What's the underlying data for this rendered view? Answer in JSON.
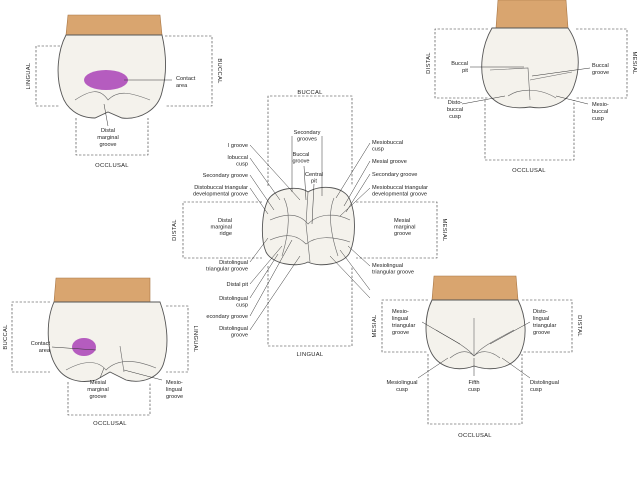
{
  "colors": {
    "root": "#d9a56f",
    "contact": "#b55cbf",
    "line": "#333333",
    "crown": "#f4f2ec"
  },
  "view_tl": {
    "lingual": "LINGUAL",
    "buccal": "BUCCAL",
    "occlusal": "OCCLUSAL",
    "contact_area": [
      "Contact",
      "area"
    ],
    "distal_marginal_groove": [
      "Distal",
      "marginal",
      "groove"
    ]
  },
  "view_tr": {
    "distal": "DISTAL",
    "mesial": "MESIAL",
    "occlusal": "OCCLUSAL",
    "buccal_pit": [
      "Buccal",
      "pit"
    ],
    "buccal_groove": [
      "Buccal",
      "groove"
    ],
    "distobuccal_cusp": [
      "Disto-",
      "buccal",
      "cusp"
    ],
    "mesiobuccal_cusp": [
      "Mesio-",
      "buccal",
      "cusp"
    ]
  },
  "view_center": {
    "buccal": "BUCCAL",
    "lingual": "LINGUAL",
    "distal": "DISTAL",
    "mesial": "MESIAL",
    "left_labels": [
      [
        "l groove"
      ],
      [
        "lobuccal",
        "cusp"
      ],
      [
        "Secondary groove"
      ],
      [
        "Distobuccal triangular",
        "developmental groove"
      ],
      [
        "Distal",
        "marginal",
        "ridge"
      ],
      [
        "Distolingual",
        "triangular groove"
      ],
      [
        "Distal pit"
      ],
      [
        "Distolingual",
        "cusp"
      ],
      [
        "econdary groove"
      ],
      [
        "Distolingual",
        "groove"
      ]
    ],
    "top_labels": [
      [
        "Secondary",
        "grooves"
      ],
      [
        "Buccal",
        "groove"
      ],
      [
        "Central",
        "pit"
      ]
    ],
    "right_labels": [
      [
        "Mesiobuccal",
        "cusp"
      ],
      [
        "Mesial groove"
      ],
      [
        "Secondary groove"
      ],
      [
        "Mesiobuccal triangular",
        "developmental groove"
      ],
      [
        "Mesial",
        "marginal",
        "groove"
      ],
      [
        "Mesiolingual",
        "triangular groove"
      ]
    ]
  },
  "view_bl": {
    "buccal": "BUCCAL",
    "lingual": "LINGUAL",
    "occlusal": "OCCLUSAL",
    "contact_area": [
      "Contact",
      "area"
    ],
    "mesial_marginal_groove": [
      "Mesial",
      "marginal",
      "groove"
    ],
    "mesiolingual_groove": [
      "Mesio-",
      "lingual",
      "groove"
    ]
  },
  "view_br": {
    "mesial": "MESIAL",
    "distal": "DISTAL",
    "occlusal": "OCCLUSAL",
    "mesiolingual_triangular_groove": [
      "Mesio-",
      "lingual",
      "triangular",
      "groove"
    ],
    "distolingual_triangular_groove": [
      "Disto-",
      "lingual",
      "triangular",
      "groove"
    ],
    "mesiolingual_cusp": [
      "Mesiolingual",
      "cusp"
    ],
    "fifth_cusp": [
      "Fifth",
      "cusp"
    ],
    "distolingual_cusp": [
      "Distolingual",
      "cusp"
    ]
  }
}
